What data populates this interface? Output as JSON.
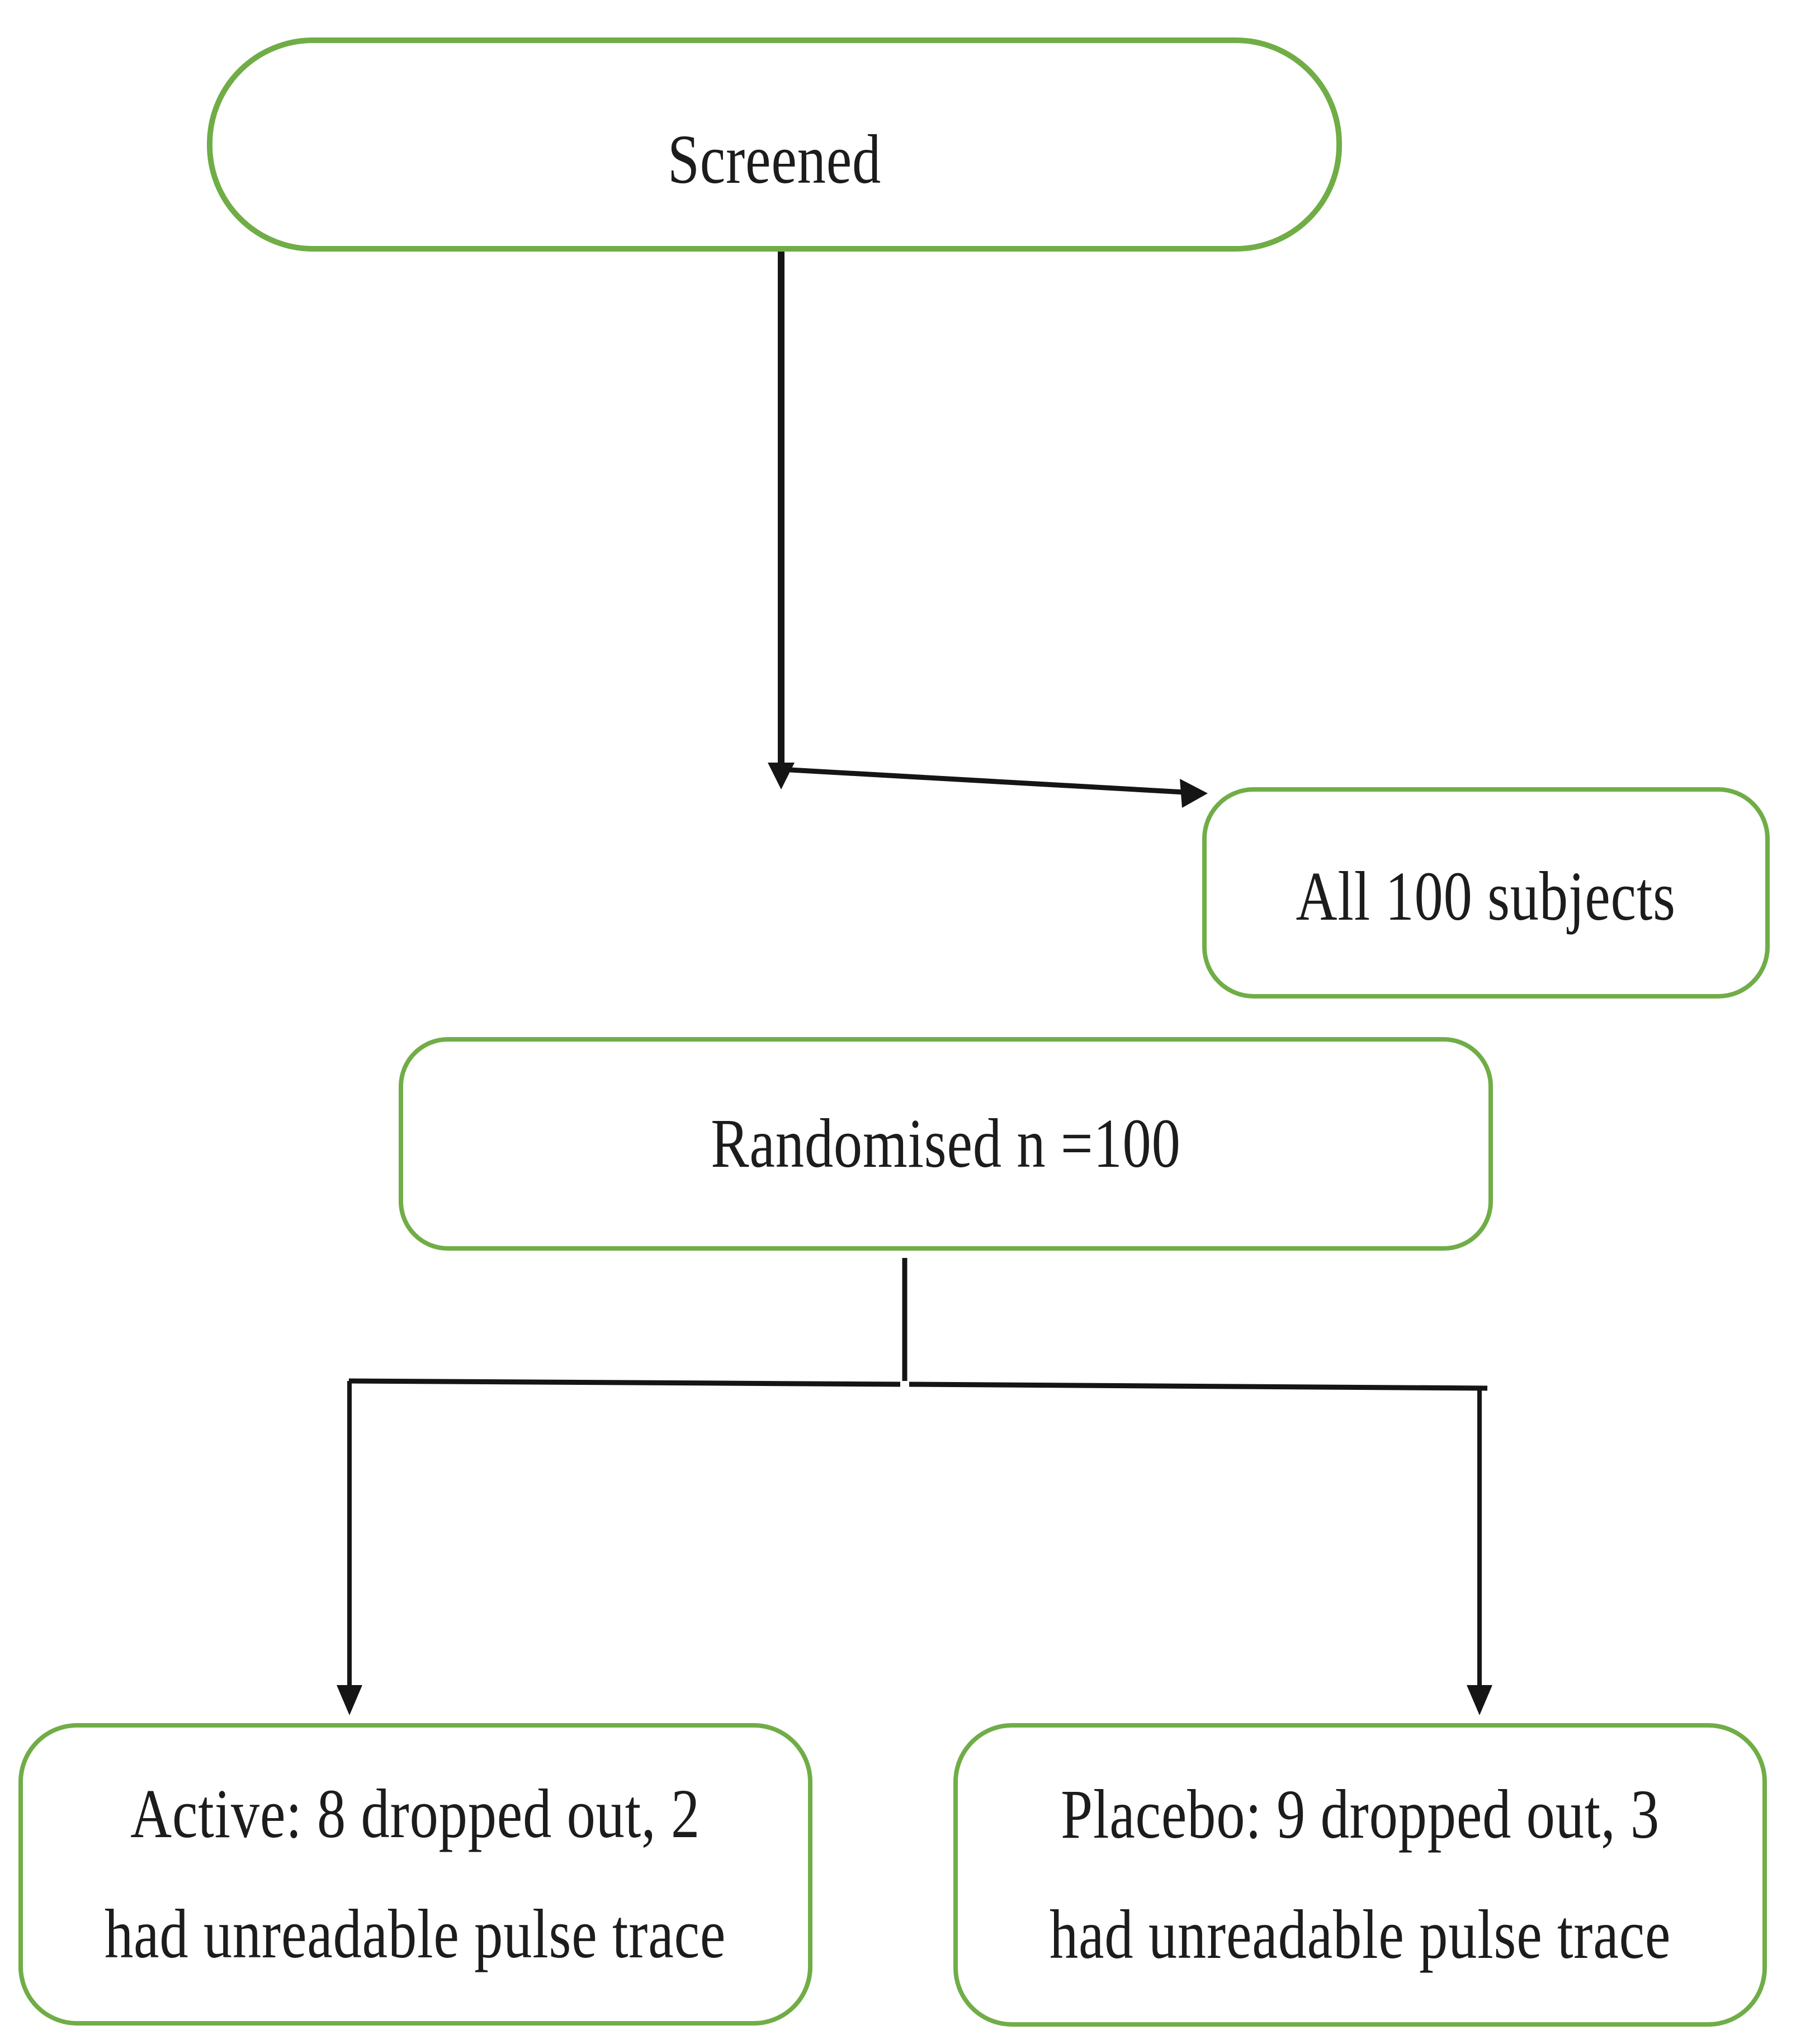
{
  "diagram": {
    "type": "flowchart",
    "colors": {
      "node_border": "#70ad47",
      "connector": "#151515",
      "text": "#1c1c1c",
      "background": "#ffffff"
    },
    "nodes": {
      "screened": {
        "label": "Screened"
      },
      "all_subjects": {
        "label": "All 100 subjects"
      },
      "randomised": {
        "label": "Randomised n =100"
      },
      "active": {
        "line1": "Active: 8 dropped out, 2",
        "line2": "had unreadable pulse trace"
      },
      "placebo": {
        "line1": "Placebo: 9 dropped out, 3",
        "line2": "had unreadable pulse trace"
      }
    },
    "edges": [
      {
        "from": "screened",
        "to": "randomised",
        "style": "arrow-down"
      },
      {
        "from": "screened",
        "to": "all_subjects",
        "style": "arrow-right"
      },
      {
        "from": "randomised",
        "to": "active",
        "style": "arrow-down"
      },
      {
        "from": "randomised",
        "to": "placebo",
        "style": "arrow-down"
      }
    ]
  }
}
